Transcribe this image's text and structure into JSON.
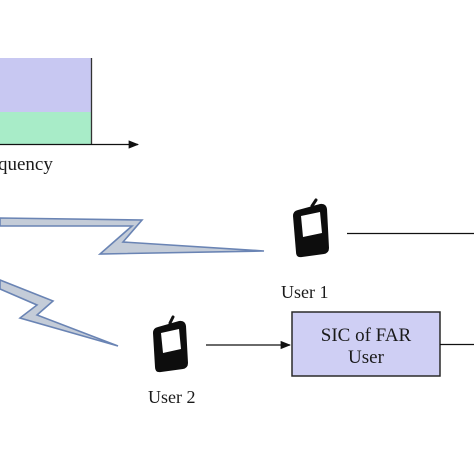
{
  "spectrum": {
    "axis_label": "quency",
    "band_upper_color": "#c8c8f2",
    "band_lower_color": "#a8ecc8"
  },
  "users": {
    "user1_label": "User 1",
    "user2_label": "User 2",
    "phone_icon": "mobile-phone-icon"
  },
  "sic_box": {
    "line1": "SIC of FAR",
    "line2": "User",
    "fill_color": "#cfcff4",
    "border_color": "#2a2a2a"
  },
  "signals": {
    "lightning_fill": "#c4ccd8",
    "lightning_stroke": "#6a84b4"
  }
}
